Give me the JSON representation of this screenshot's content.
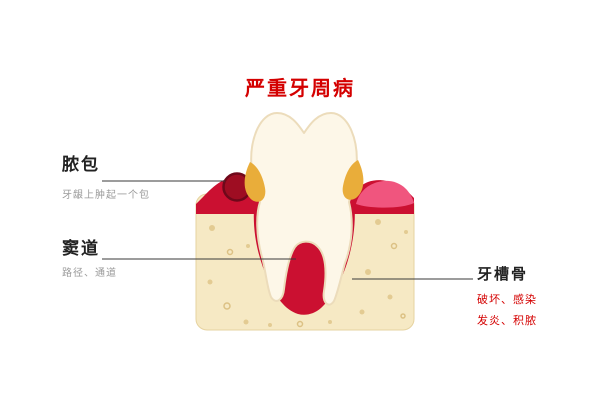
{
  "title": "严重牙周病",
  "annotations": {
    "abscess": {
      "label": "脓包",
      "caption": "牙龈上肿起一个包"
    },
    "sinus_tract": {
      "label": "窦道",
      "caption": "路径、通道"
    },
    "alveolar_bone": {
      "label": "牙槽骨",
      "caption_line1": "破坏、感染",
      "caption_line2": "发炎、积脓"
    }
  },
  "colors": {
    "title_red": "#d40000",
    "infection_red": "#cb1031",
    "gum_pink": "#f0557e",
    "abscess_dark_red": "#9e0d22",
    "abscess_outline": "#6f081a",
    "bone": "#f6e9c4",
    "bone_edge": "#e6d3a0",
    "bone_speckle": "#e3cb92",
    "tooth": "#fdf7e8",
    "tooth_outline": "#ecdcbb",
    "tartar_yellow": "#e9ad3a",
    "leader_line": "#3a3a3a",
    "caption_gray": "#9a9a9a",
    "label_black": "#222222"
  }
}
